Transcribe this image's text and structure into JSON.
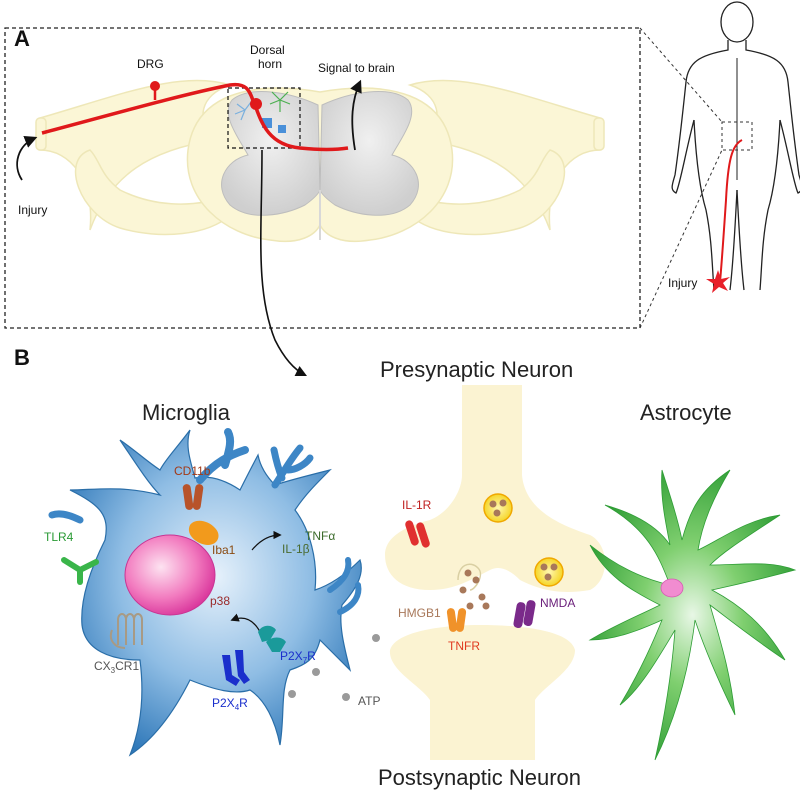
{
  "panel_a": {
    "letter": "A",
    "labels": {
      "drg": "DRG",
      "dorsal_horn_line1": "Dorsal",
      "dorsal_horn_line2": "horn",
      "signal_to_brain": "Signal to brain",
      "injury_left": "Injury",
      "injury_body": "Injury"
    }
  },
  "panel_b": {
    "letter": "B",
    "titles": {
      "microglia": "Microglia",
      "presynaptic": "Presynaptic Neuron",
      "postsynaptic": "Postsynaptic Neuron",
      "astrocyte": "Astrocyte"
    },
    "microglia_labels": {
      "cd11b": "CD11b",
      "iba1": "Iba1",
      "tlr4": "TLR4",
      "tnfa": "TNFα",
      "il1b": "IL-1β",
      "p38": "p38",
      "cx3cr1_a": "CX",
      "cx3cr1_b": "3",
      "cx3cr1_c": "CR1",
      "p2x4r_a": "P2X",
      "p2x4r_b": "4",
      "p2x4r_c": "R",
      "p2x7r_a": "P2X",
      "p2x7r_b": "7",
      "p2x7r_c": "R",
      "atp": "ATP"
    },
    "synapse_labels": {
      "il1r": "IL-1R",
      "hmgb1": "HMGB1",
      "tnfr": "TNFR",
      "nmda": "NMDA"
    }
  },
  "colors": {
    "spinal_fill": "#fbf6d6",
    "grey_matter": "#dcdcdc",
    "nerve_red": "#e0191b",
    "microglia_blue": "#3d86c6",
    "nucleus_pink": "#ee5fb0",
    "astrocyte_green": "#3cb043",
    "neuron_fill": "#fbf3d2"
  }
}
